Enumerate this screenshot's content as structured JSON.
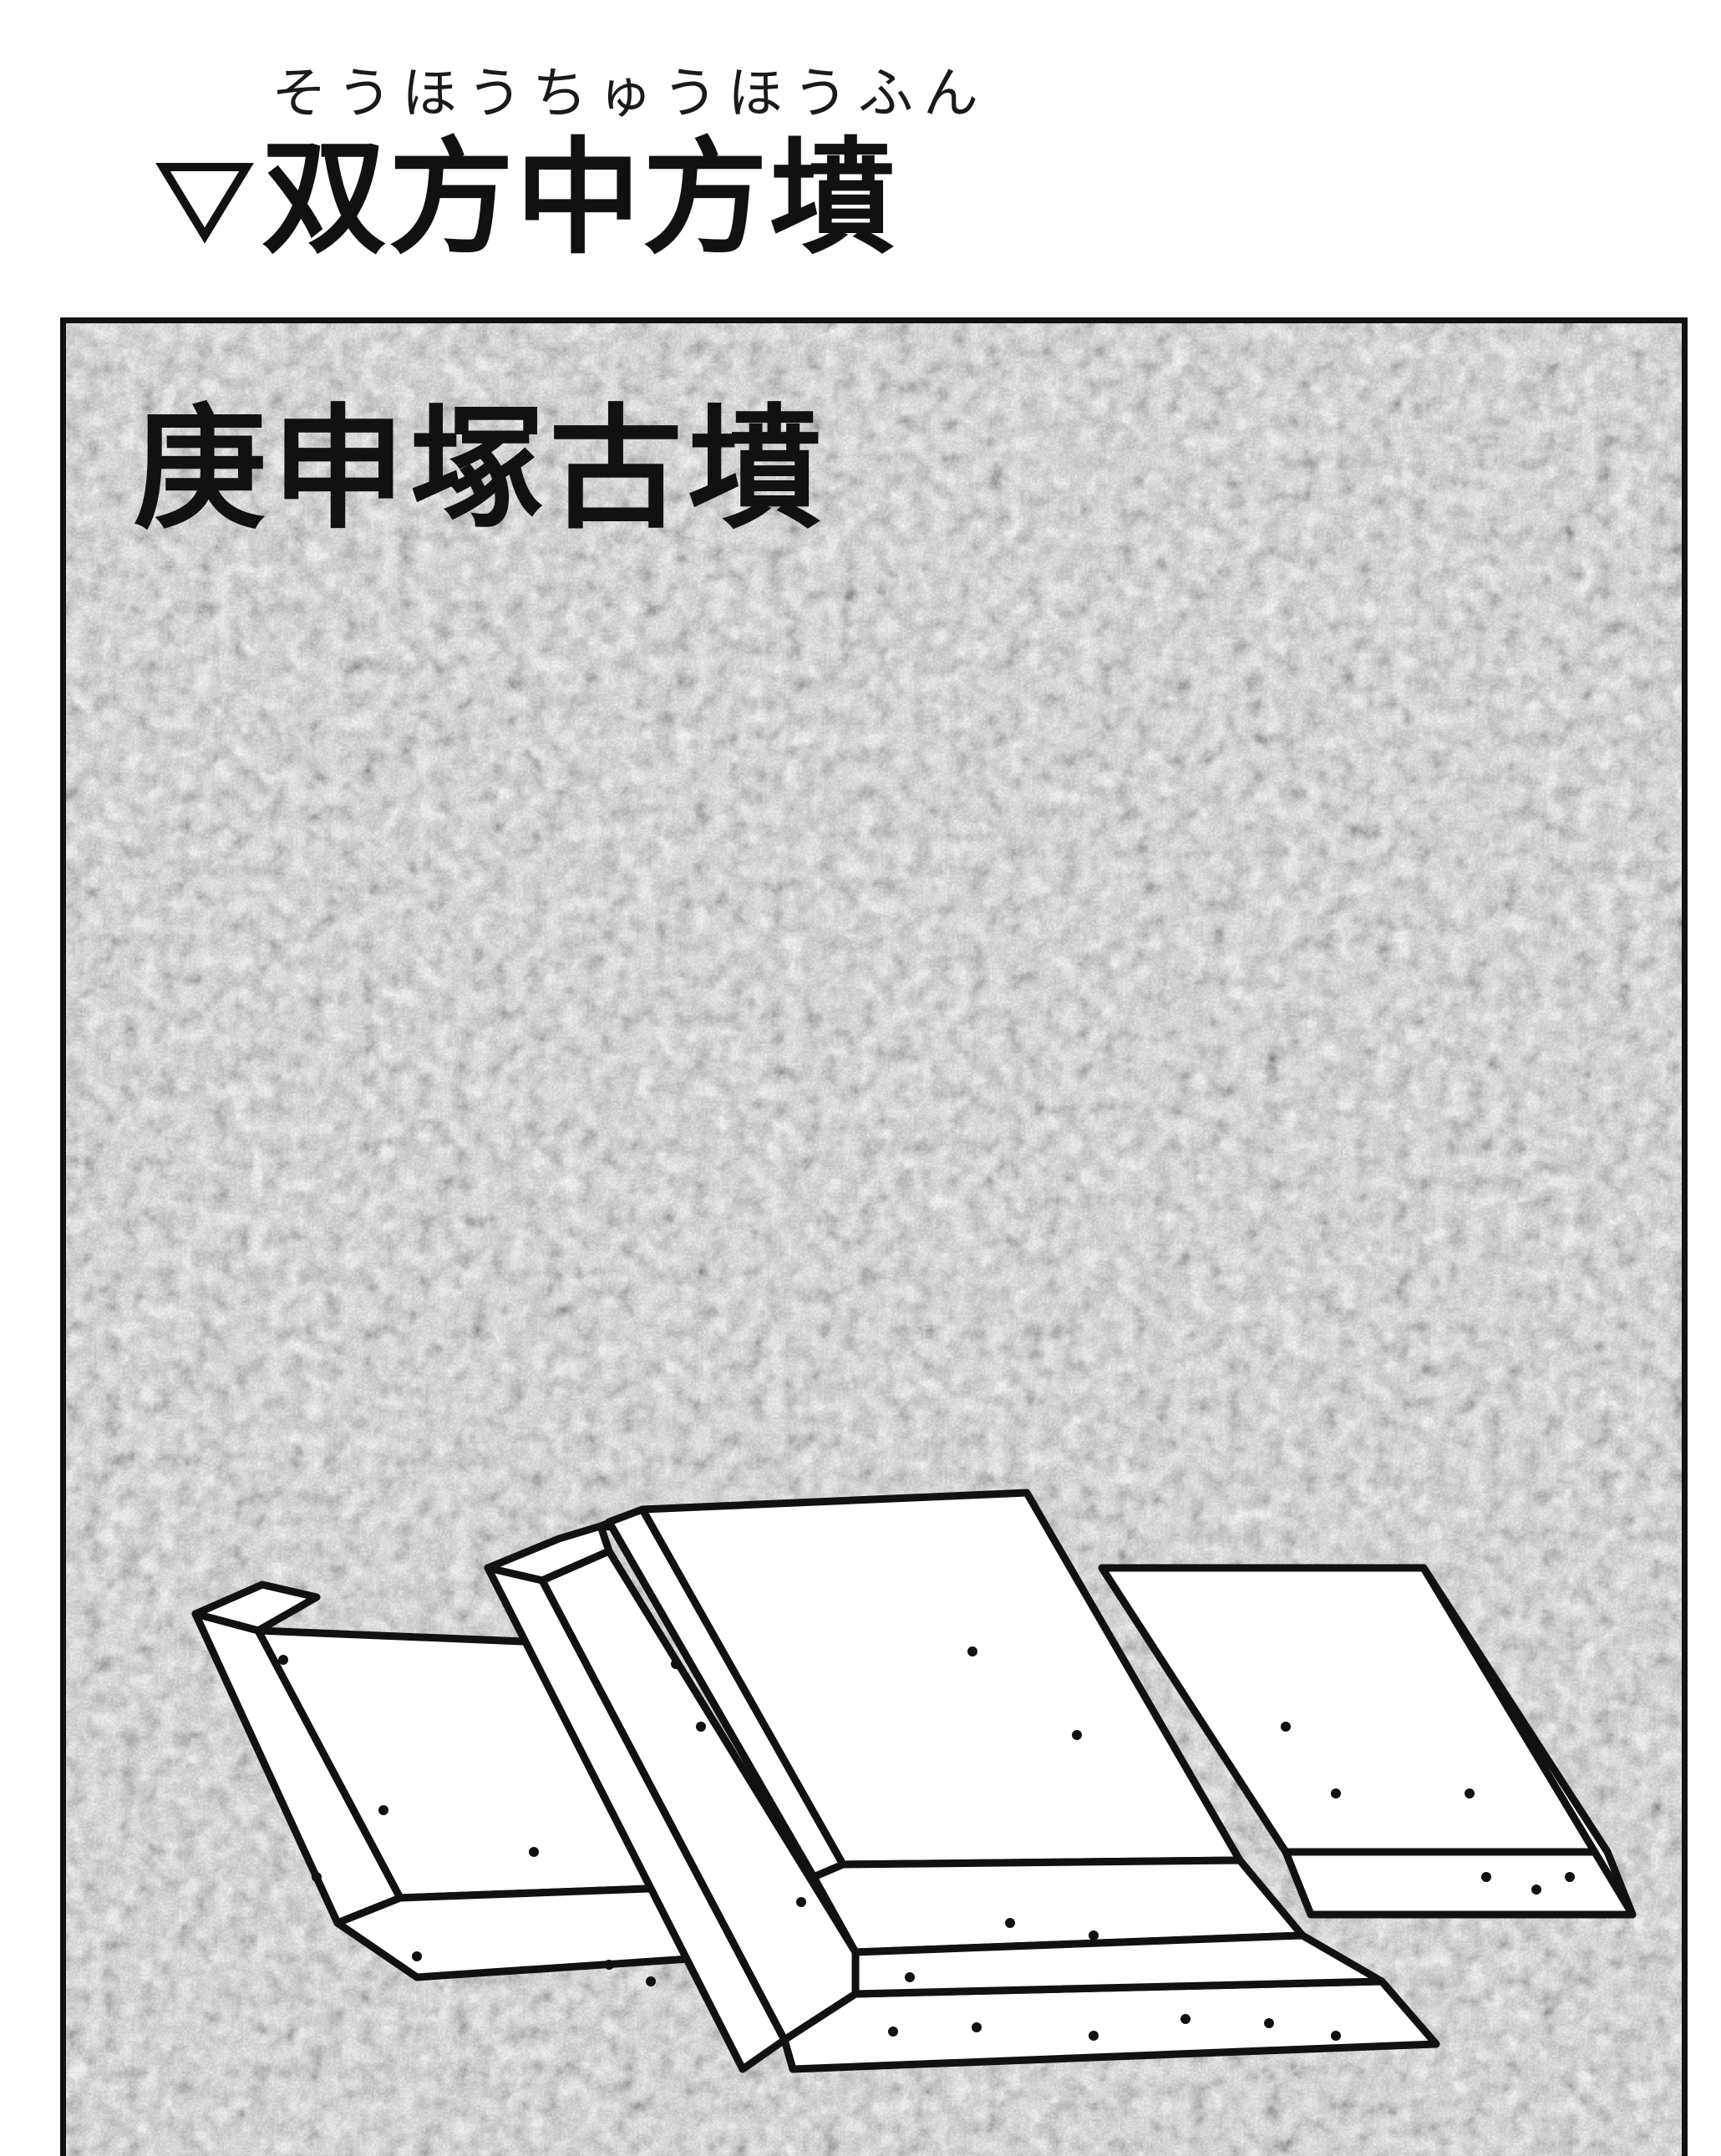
{
  "heading": {
    "reading": "そうほうちゅうほうふん",
    "triangle_icon": "down-triangle-outline",
    "title": "双方中方墳"
  },
  "figure": {
    "title": "庚申塚古墳",
    "background": "stone-texture",
    "colors": {
      "background": "#bdbdbd",
      "outline": "#111111",
      "block_fill": "#ffffff"
    }
  }
}
